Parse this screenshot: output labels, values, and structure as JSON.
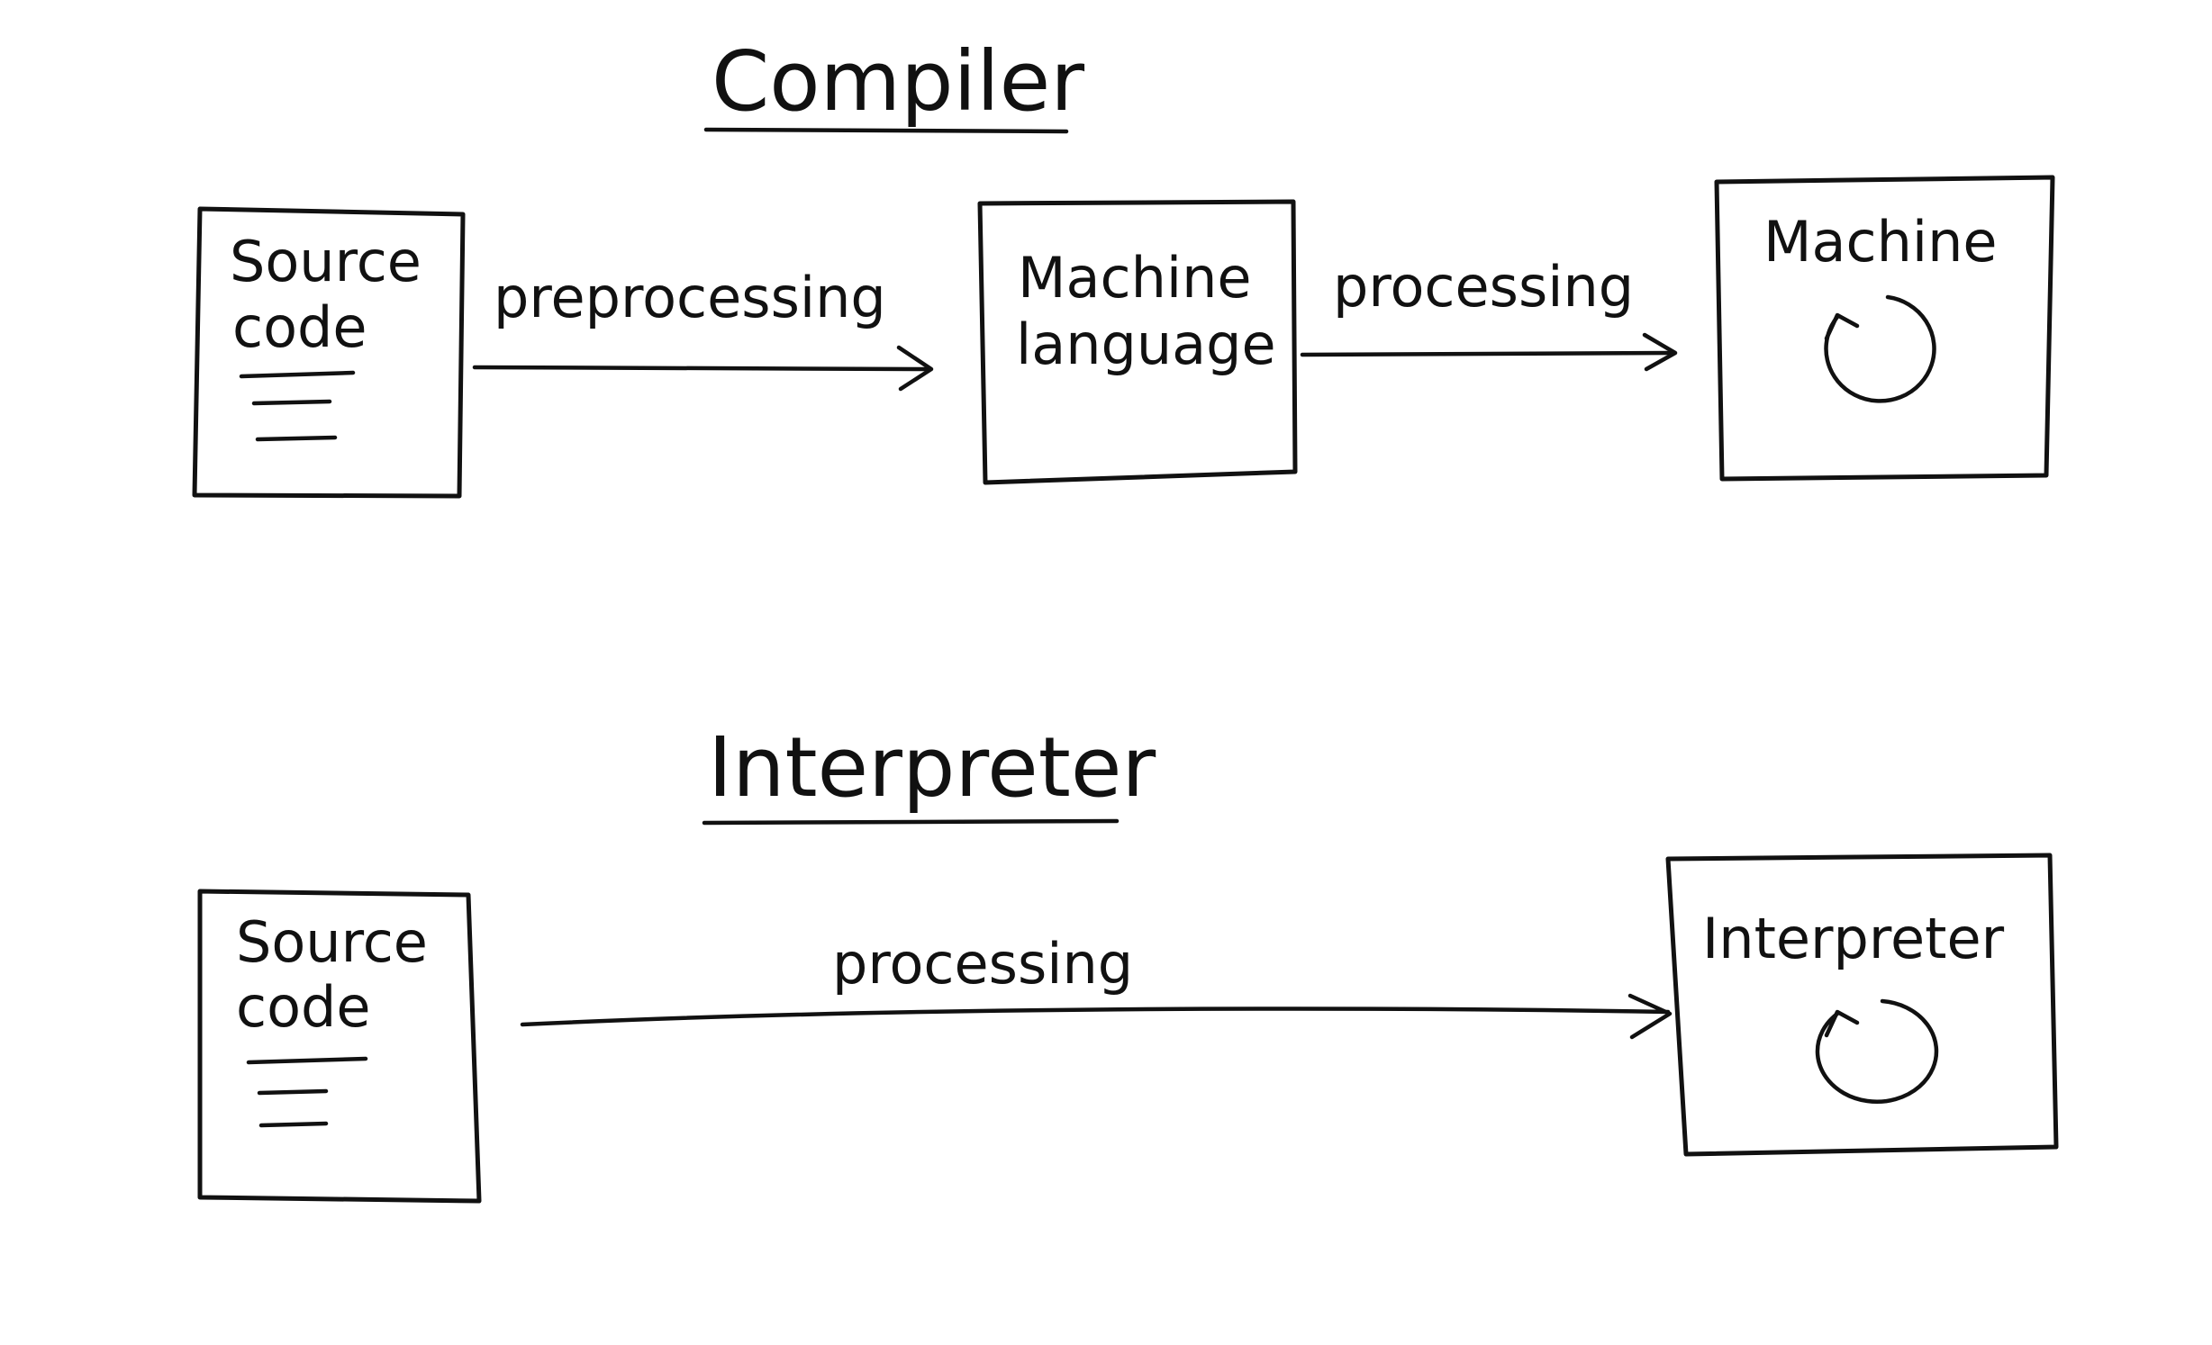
{
  "compiler": {
    "title": "Compiler",
    "source_box": {
      "line1": "Source",
      "line2": "code"
    },
    "arrow1_label": "preprocessing",
    "machine_language_box": {
      "line1": "Machine",
      "line2": "language"
    },
    "arrow2_label": "processing",
    "machine_box": {
      "label": "Machine",
      "icon": "cycle-icon"
    }
  },
  "interpreter": {
    "title": "Interpreter",
    "source_box": {
      "line1": "Source",
      "line2": "code"
    },
    "arrow_label": "processing",
    "interpreter_box": {
      "label": "Interpreter",
      "icon": "cycle-icon"
    }
  },
  "colors": {
    "ink": "#111111",
    "background": "#ffffff"
  }
}
